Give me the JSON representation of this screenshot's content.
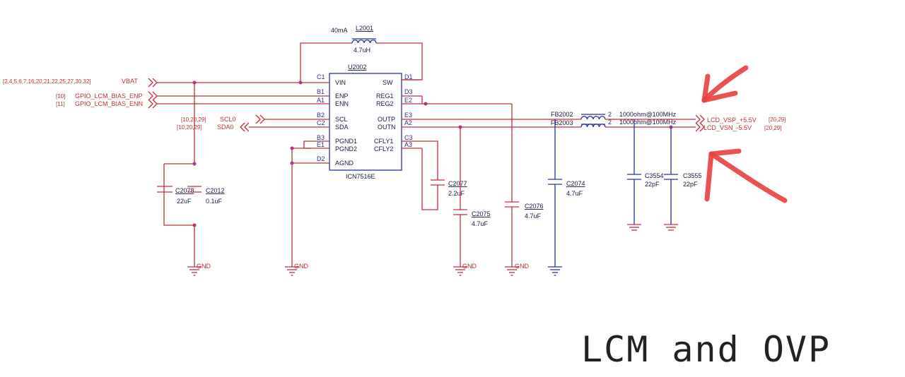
{
  "caption": "LCM and OVP",
  "chip": {
    "ref": "U2002",
    "part": "ICN7516E"
  },
  "pins_left": [
    {
      "num": "C1",
      "name": "VIN"
    },
    {
      "num": "B1",
      "name": "ENP"
    },
    {
      "num": "A1",
      "name": "ENN"
    },
    {
      "num": "B2",
      "name": "SCL"
    },
    {
      "num": "C2",
      "name": "SDA"
    },
    {
      "num": "B3",
      "name": "PGND1"
    },
    {
      "num": "E1",
      "name": "PGND2"
    },
    {
      "num": "D2",
      "name": "AGND"
    }
  ],
  "pins_right": [
    {
      "num": "D1",
      "name": "SW"
    },
    {
      "num": "D3",
      "name": "REG1"
    },
    {
      "num": "E2",
      "name": "REG2"
    },
    {
      "num": "E3",
      "name": "OUTP"
    },
    {
      "num": "A2",
      "name": "OUTN"
    },
    {
      "num": "C3",
      "name": "CFLY1"
    },
    {
      "num": "A3",
      "name": "CFLY2"
    }
  ],
  "inductor": {
    "ref": "L2001",
    "value": "4.7uH",
    "current": "40mA"
  },
  "nets": {
    "vbat": {
      "label": "VBAT",
      "refs": "[2,4,5,6,7,16,20,21,22,25,27,30,32]"
    },
    "enp": {
      "label": "GPIO_LCM_BIAS_ENP",
      "refs": "[10]"
    },
    "enn": {
      "label": "GPIO_LCM_BIAS_ENN",
      "refs": "[11]"
    },
    "scl": {
      "label": "SCL0",
      "refs": "[10,20,29]"
    },
    "sda": {
      "label": "SDA0",
      "refs": "[10,20,29]"
    },
    "vsp": {
      "label": "LCD_VSP_+5.5V",
      "refs": "[20,29]"
    },
    "vsn": {
      "label": "LCD_VSN_-5.5V",
      "refs": "[20,29]"
    }
  },
  "ferrites": [
    {
      "ref": "FB2002",
      "pin": "2",
      "value": "1000ohm@100MHz"
    },
    {
      "ref": "FB2003",
      "pin": "2",
      "value": "1000ohm@100MHz"
    }
  ],
  "capacitors": [
    {
      "ref": "C2078",
      "value": "22uF"
    },
    {
      "ref": "C2012",
      "value": "0.1uF"
    },
    {
      "ref": "C2077",
      "value": "2.2uF"
    },
    {
      "ref": "C2075",
      "value": "4.7uF"
    },
    {
      "ref": "C2076",
      "value": "4.7uF"
    },
    {
      "ref": "C2074",
      "value": "4.7uF"
    },
    {
      "ref": "C3554",
      "value": "22pF"
    },
    {
      "ref": "C3555",
      "value": "22pF"
    }
  ],
  "gnd_label": "GND",
  "colors": {
    "wire": "#c0303a",
    "part": "#2a3590",
    "annotation": "#e84040"
  }
}
